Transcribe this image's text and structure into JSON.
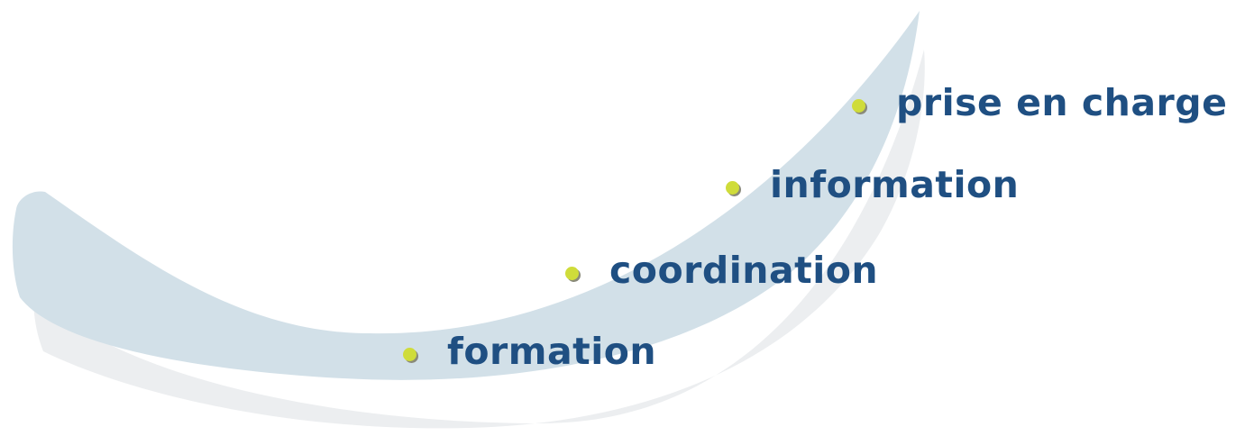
{
  "items": [
    {
      "label": "prise en charge"
    },
    {
      "label": "information"
    },
    {
      "label": "coordination"
    },
    {
      "label": "formation"
    }
  ],
  "colors": {
    "text": "#1f4f82",
    "bullet": "#cfdc3a",
    "bullet_shadow": "#8a8a7a",
    "swoosh": "#d2e0e8",
    "swoosh_shadow": "#eceef0"
  }
}
